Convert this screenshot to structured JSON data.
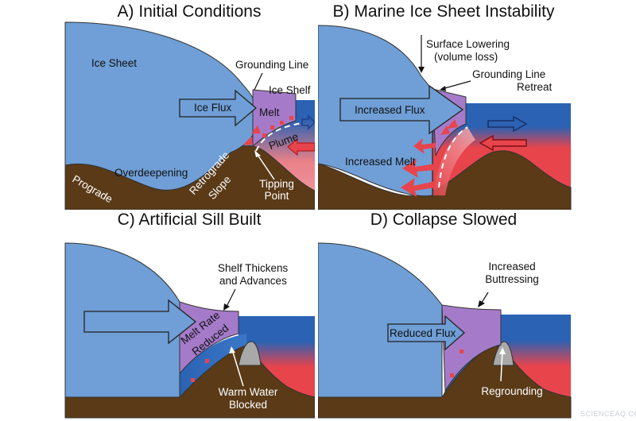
{
  "panels": {
    "a": {
      "title": "A) Initial Conditions",
      "labels": {
        "ice_sheet": "Ice Sheet",
        "grounding_line": "Grounding Line",
        "ice_shelf": "Ice Shelf",
        "ice_flux": "Ice Flux",
        "melt": "Melt",
        "plume": "Plume",
        "overdeepening": "Overdeepening",
        "prograde": "Prograde",
        "retrograde_slope_1": "Retrograde",
        "retrograde_slope_2": "Slope",
        "tipping_point_1": "Tipping",
        "tipping_point_2": "Point"
      }
    },
    "b": {
      "title": "B) Marine Ice Sheet Instability",
      "labels": {
        "surface_lowering_1": "Surface Lowering",
        "surface_lowering_2": "(volume loss)",
        "grounding_line_retreat_1": "Grounding Line",
        "grounding_line_retreat_2": "Retreat",
        "increased_flux": "Increased Flux",
        "increased_melt": "Increased Melt"
      }
    },
    "c": {
      "title": "C) Artificial Sill Built",
      "labels": {
        "shelf_thickens_1": "Shelf Thickens",
        "shelf_thickens_2": "and Advances",
        "melt_rate_reduced_1": "Melt Rate",
        "melt_rate_reduced_2": "Reduced",
        "warm_water_blocked_1": "Warm Water",
        "warm_water_blocked_2": "Blocked"
      }
    },
    "d": {
      "title": "D) Collapse Slowed",
      "labels": {
        "increased_buttressing_1": "Increased",
        "increased_buttressing_2": "Buttressing",
        "reduced_flux": "Reduced Flux",
        "regrounding": "Regrounding"
      }
    }
  },
  "watermark": "SCIENCEAQ.COM",
  "colors": {
    "ice": "#6f9fd6",
    "shelf": "#a57bc9",
    "ocean_blue": "#2b62b3",
    "warm_red": "#e8444c",
    "bedrock": "#5a3a17",
    "sill": "#a9a9a9",
    "outline": "#333333"
  }
}
